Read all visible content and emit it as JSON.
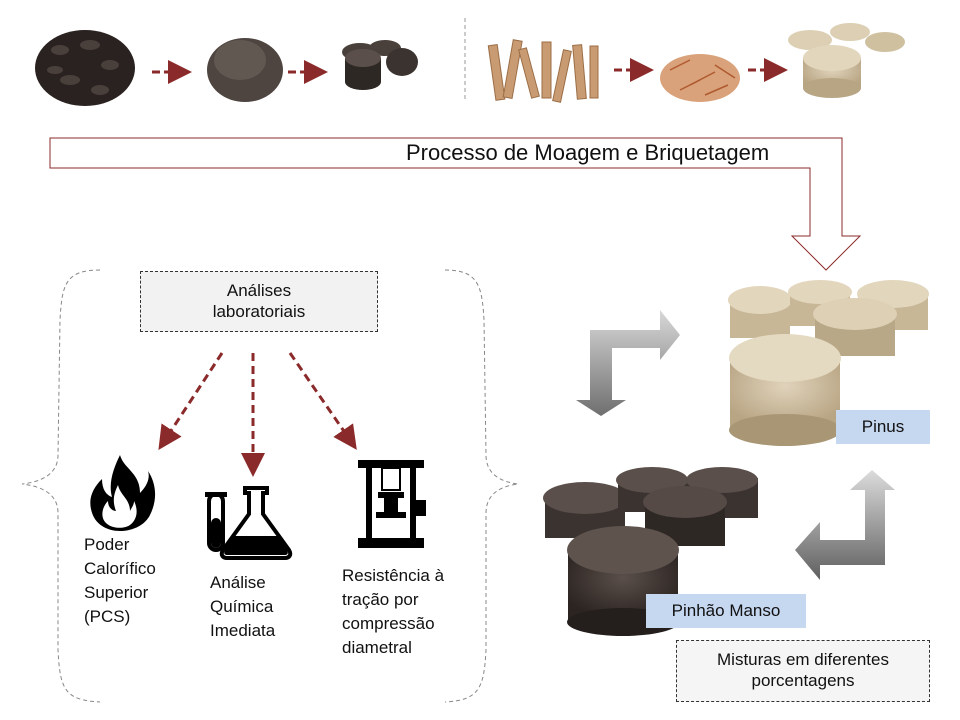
{
  "title": "Processo de Moagem e Briquetagem",
  "top_row": {
    "left_sequence": [
      {
        "name": "pinhao-manso-seeds",
        "desc": "Raw dark seed husks"
      },
      {
        "name": "pinhao-manso-powder",
        "desc": "Ground powder"
      },
      {
        "name": "pinhao-manso-briquettes",
        "desc": "Dark briquettes"
      }
    ],
    "right_sequence": [
      {
        "name": "pinus-sticks",
        "desc": "Wood sticks"
      },
      {
        "name": "pinus-shavings",
        "desc": "Wood shavings"
      },
      {
        "name": "pinus-briquettes",
        "desc": "Light briquettes"
      }
    ]
  },
  "analysis": {
    "title_line1": "Análises",
    "title_line2": "laboratoriais",
    "items": [
      {
        "icon": "fire-icon",
        "lines": [
          "Poder",
          "Calorífico",
          "Superior",
          "(PCS)"
        ]
      },
      {
        "icon": "flask-icon",
        "lines": [
          "Análise",
          "Química",
          "Imediata"
        ]
      },
      {
        "icon": "press-machine-icon",
        "lines": [
          "Resistência à",
          "tração por",
          "compressão",
          "diametral"
        ]
      }
    ]
  },
  "mixing": {
    "pinus_label": "Pinus",
    "pinhao_label": "Pinhão Manso",
    "mix_line1": "Misturas em diferentes",
    "mix_line2": "porcentagens"
  },
  "colors": {
    "arrow_red": "#8b2a2a",
    "tag_blue": "#c6d7f0",
    "dark_biomass": "#3a3330",
    "light_biomass": "#c9b89a"
  }
}
